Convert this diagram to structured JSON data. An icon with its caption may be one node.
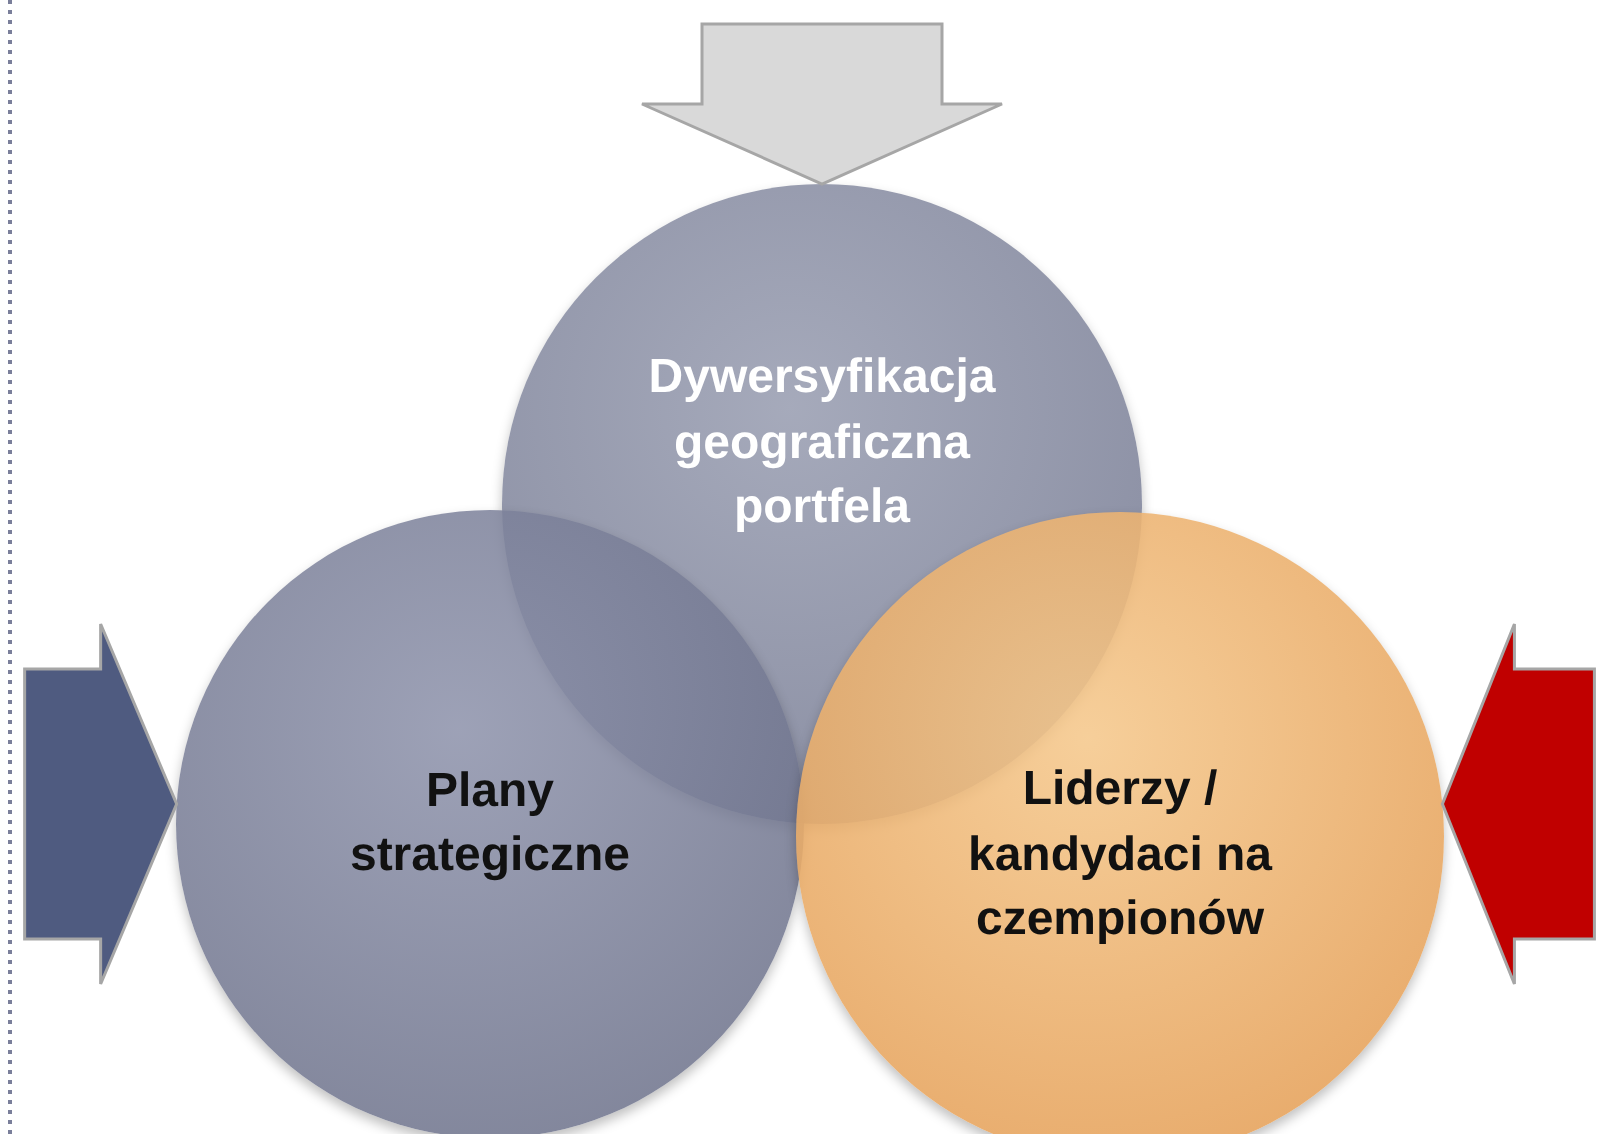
{
  "diagram": {
    "nodes": [
      {
        "text": [
          "Dywersyfikacja geograficzna portfela"
        ]
      },
      {
        "text": [
          "Plany strategiczne"
        ]
      },
      {
        "text": [
          "Liderzy / kandydaci na czempionów"
        ]
      }
    ],
    "edges": [
      {
        "from": null,
        "to": 0,
        "arrow": "to",
        "color": "#d9d9d9"
      },
      {
        "from": null,
        "to": 1,
        "arrow": "to",
        "color": "#4f5b80"
      },
      {
        "from": null,
        "to": 2,
        "arrow": "to",
        "color": "#c00000"
      }
    ]
  }
}
